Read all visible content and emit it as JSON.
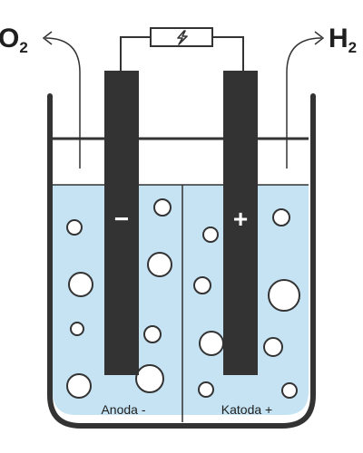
{
  "labels": {
    "left_gas": {
      "main": "O",
      "sub": "2"
    },
    "right_gas": {
      "main": "H",
      "sub": "2"
    },
    "anode": "Anoda -",
    "cathode": "Katoda +",
    "negative_sign": "−",
    "positive_sign": "+"
  },
  "icons": {
    "power_source": "lightning-bolt-icon",
    "gas_outlet": "curved-arrow-icon"
  },
  "colors": {
    "water": "#c5e3f3",
    "electrode": "#333333",
    "container": "#333333",
    "bubble_fill": "#ffffff"
  }
}
